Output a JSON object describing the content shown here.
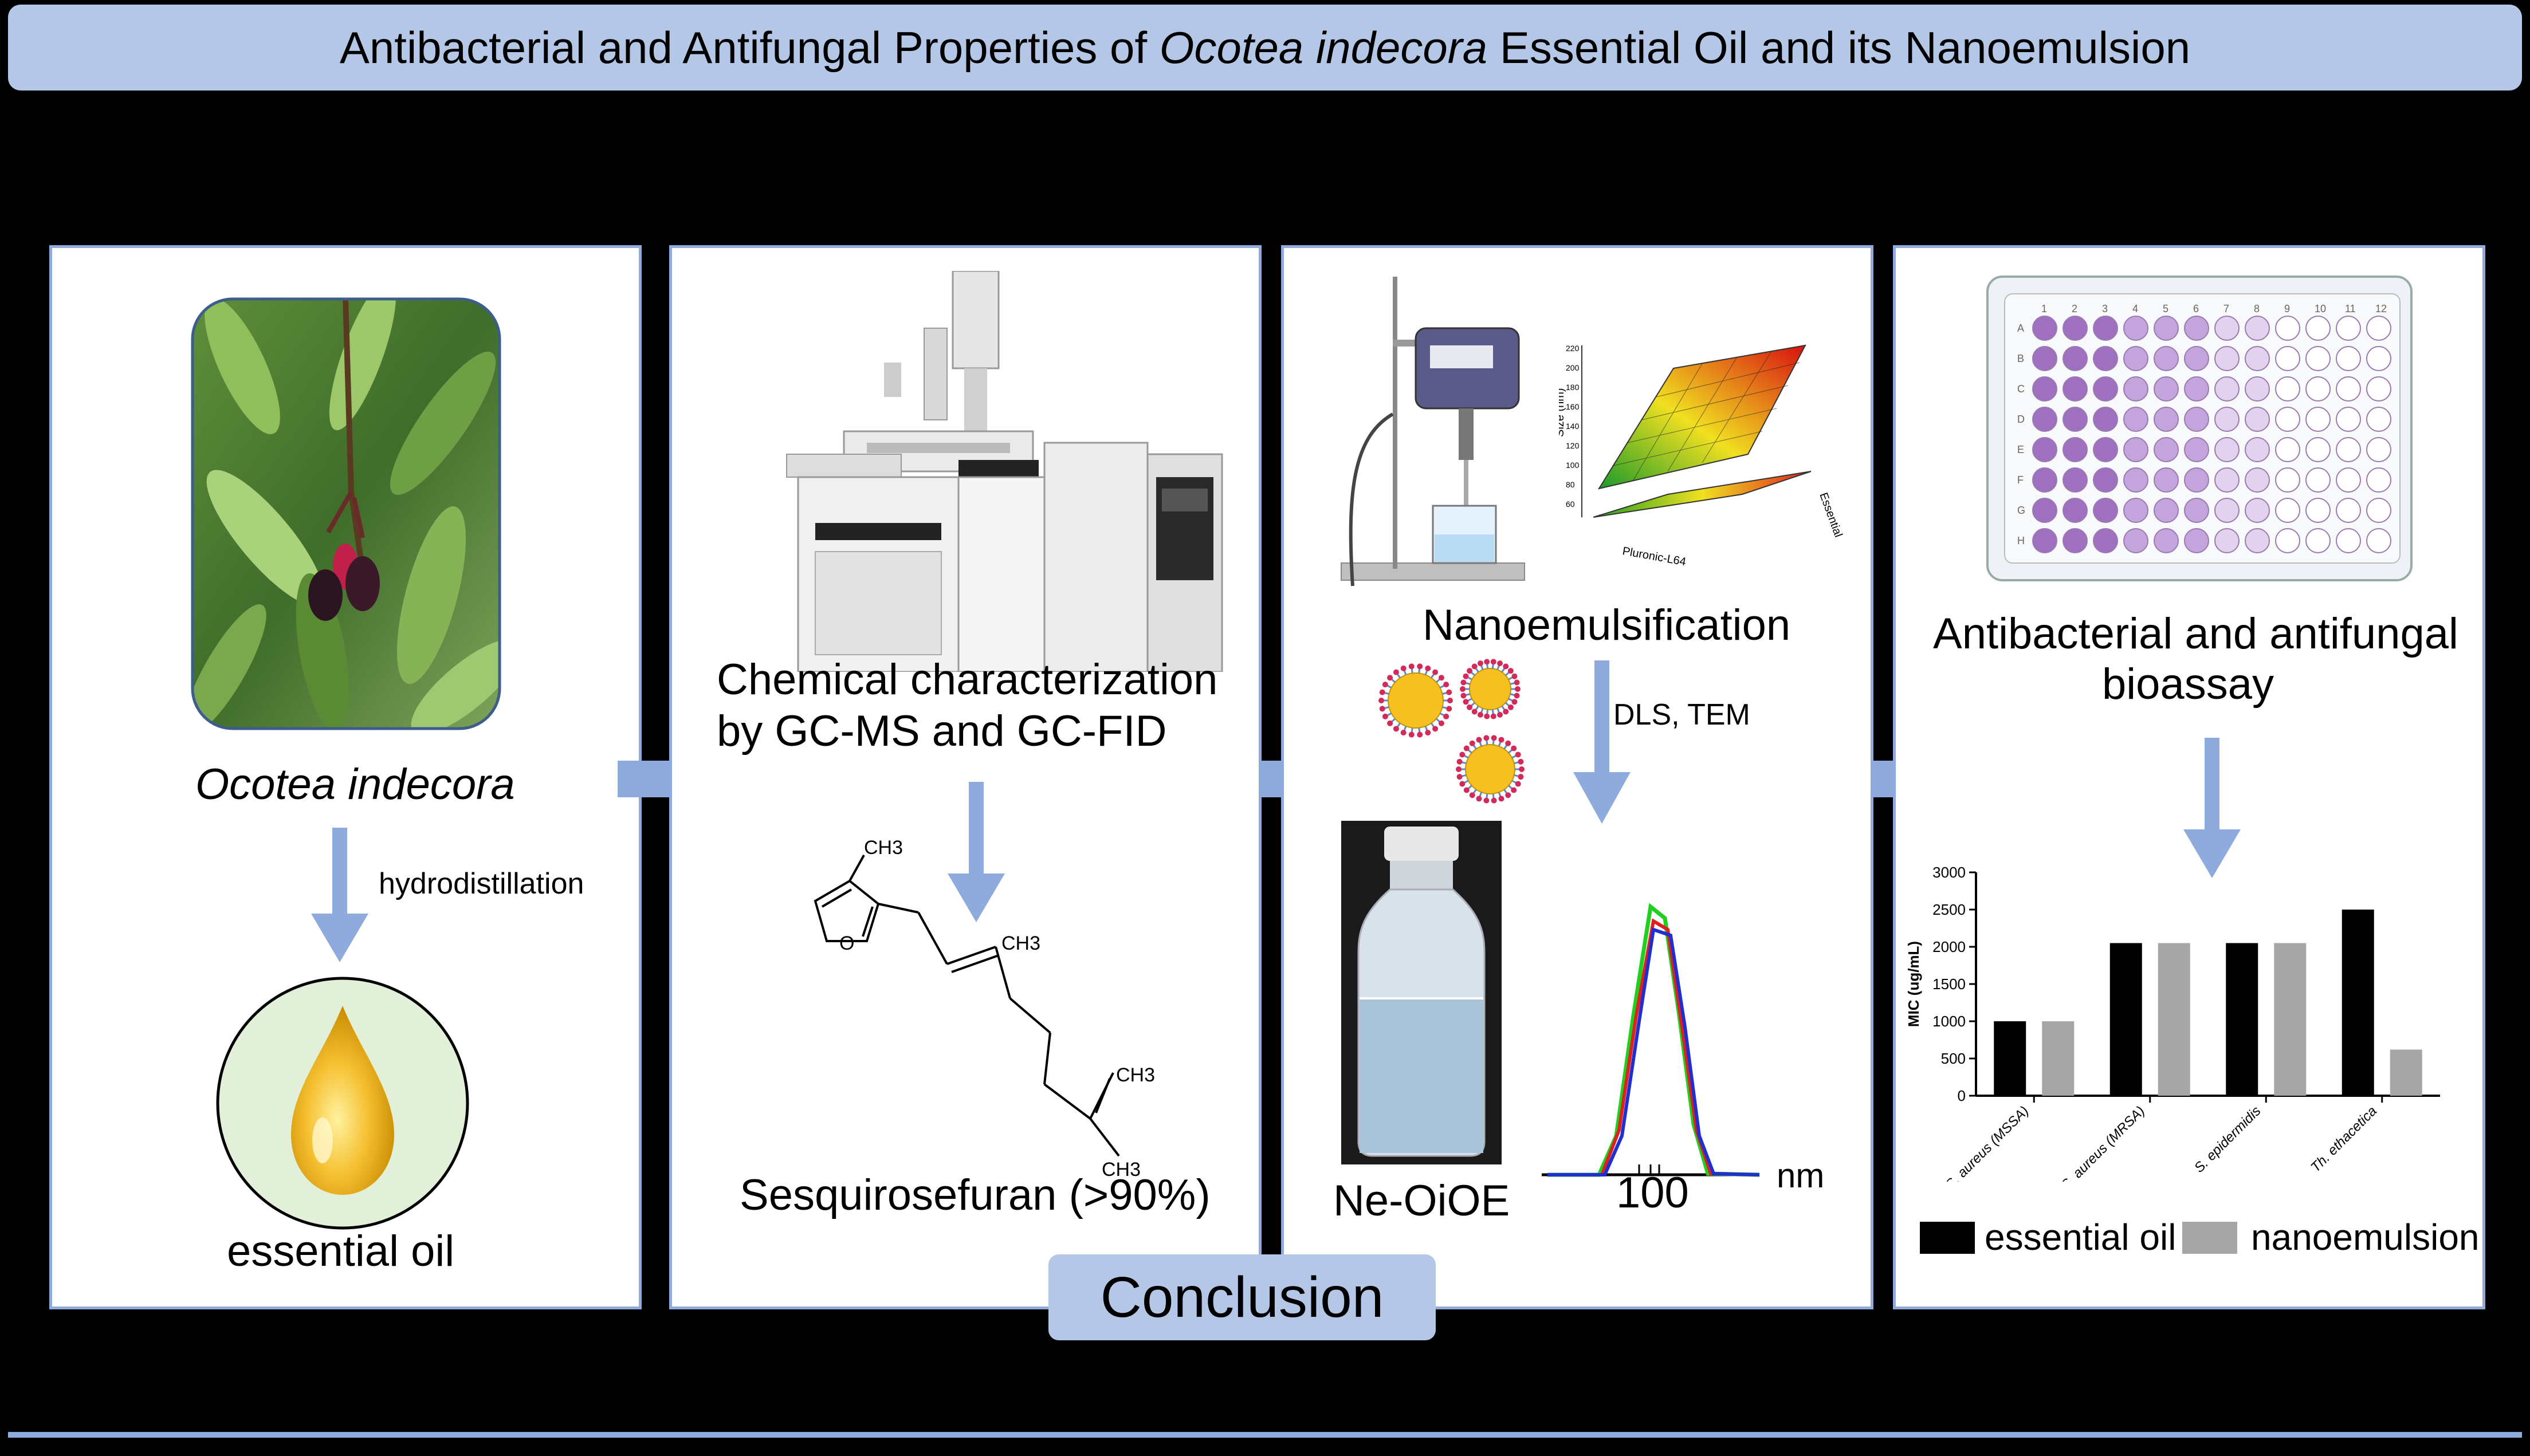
{
  "title": {
    "prefix": "Antibacterial and Antifungal Properties of ",
    "species": "Ocotea indecora",
    "suffix": " Essential Oil and its Nanoemulsion"
  },
  "panel1": {
    "plant_name": "Ocotea indecora",
    "process_label": "hydrodistillation",
    "product_label": "essential oil"
  },
  "panel2": {
    "method_line1": "Chemical characterization",
    "method_line2": "by GC-MS and GC-FID",
    "compound_label": "Sesquirosefuran (>90%)",
    "methyl_labels": [
      "CH3",
      "CH3",
      "CH3",
      "CH3"
    ],
    "oxygen_label": "O"
  },
  "panel3": {
    "process_label": "Nanoemulsification",
    "analysis_label": "DLS, TEM",
    "product_label": "Ne-OiOE",
    "dls_tick": "100",
    "dls_unit": "nm",
    "surface_ylabel": "Size (nm)",
    "surface_xlabel": "Pluronic-L64",
    "surface_zlabel": "Essential",
    "surface_yticks": [
      "220",
      "200",
      "180",
      "160",
      "140",
      "120",
      "100",
      "80",
      "60"
    ]
  },
  "panel4": {
    "bioassay_line1": "Antibacterial and antifungal",
    "bioassay_line2": "bioassay",
    "plate_columns": [
      "1",
      "2",
      "3",
      "4",
      "5",
      "6",
      "7",
      "8",
      "9",
      "10",
      "11",
      "12"
    ],
    "plate_rows": [
      "A",
      "B",
      "C",
      "D",
      "E",
      "F",
      "G",
      "H"
    ]
  },
  "chart_data": {
    "type": "bar",
    "categories": [
      "S. aureus (MSSA)",
      "S. aureus (MRSA)",
      "S. epidermidis",
      "Th. ethacetica"
    ],
    "series": [
      {
        "name": "essential oil",
        "values": [
          1000,
          2050,
          2050,
          2500
        ],
        "color": "#000000"
      },
      {
        "name": "nanoemulsion",
        "values": [
          1000,
          2050,
          2050,
          620
        ],
        "color": "#a6a6a6"
      }
    ],
    "ylabel": "MIC (ug/mL)",
    "ylim": [
      0,
      3000
    ],
    "yticks": [
      "0",
      "500",
      "1000",
      "1500",
      "2000",
      "2500",
      "3000"
    ],
    "legend": "bottom"
  },
  "conclusion_label": "Conclusion",
  "colors": {
    "accent": "#b4c7e7",
    "panel_border": "#8faadc",
    "arrow": "#8faadc",
    "background": "#000000"
  }
}
